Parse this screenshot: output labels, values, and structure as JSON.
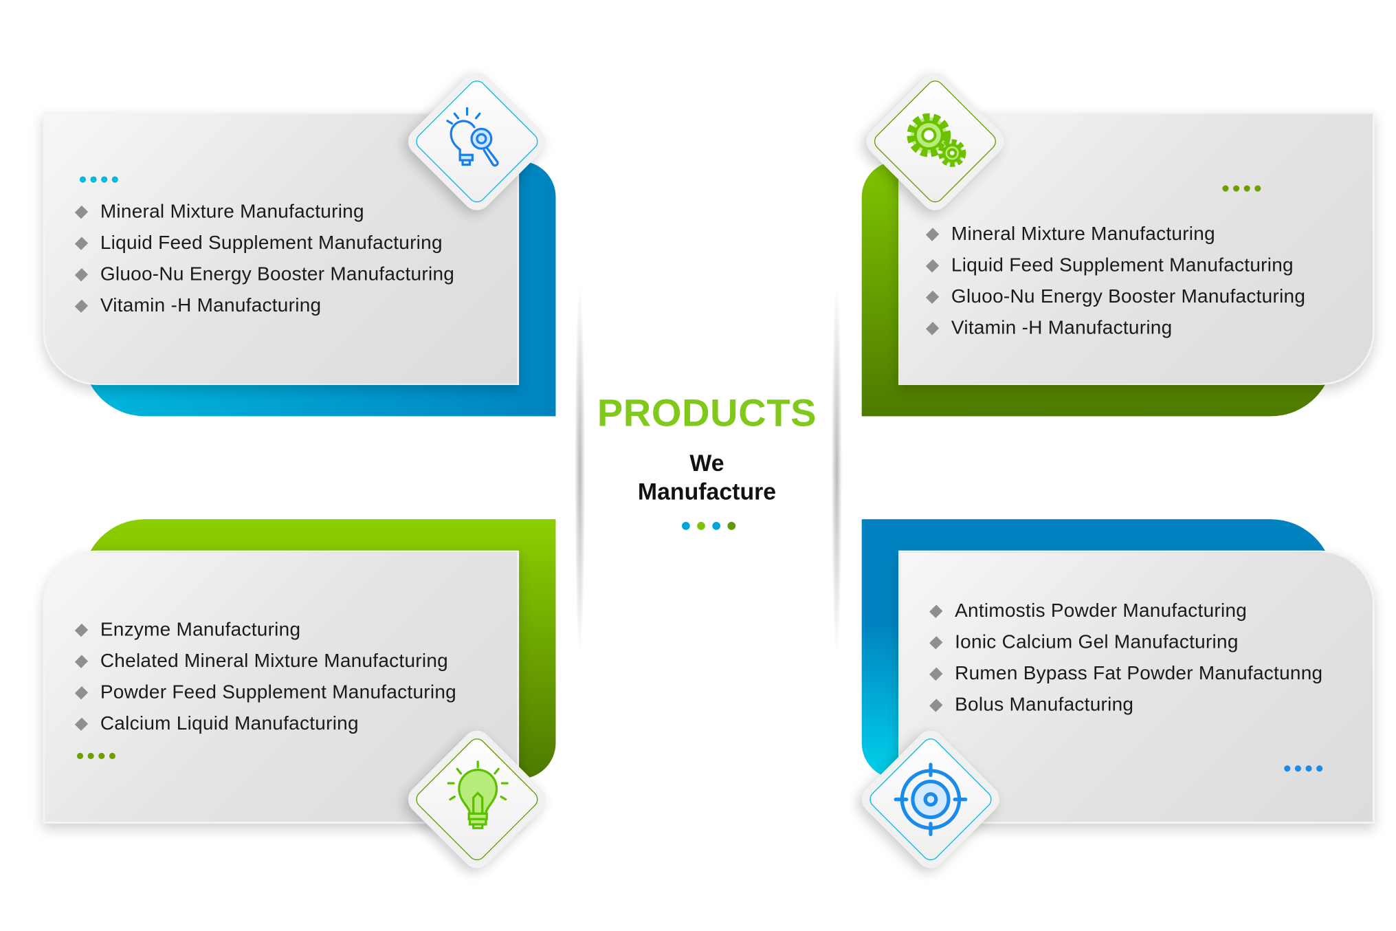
{
  "center": {
    "title": "PRODUCTS",
    "subtitle_line1": "We",
    "subtitle_line2": "Manufacture"
  },
  "colors": {
    "blue": "#0190d2",
    "cyan": "#00c3e3",
    "green": "#7cc400",
    "dark_green": "#4f7a00",
    "title_green": "#80c81a"
  },
  "panels": [
    {
      "id": "top-left",
      "icon": "lightbulb-search-icon",
      "items": [
        "Mineral Mixture Manufacturing",
        "Liquid Feed Supplement Manufacturing",
        "Gluoo-Nu Energy Booster Manufacturing",
        "Vitamin -H Manufacturing"
      ]
    },
    {
      "id": "top-right",
      "icon": "gears-icon",
      "items": [
        "Mineral Mixture Manufacturing",
        "Liquid Feed Supplement Manufacturing",
        "Gluoo-Nu Energy Booster Manufacturing",
        "Vitamin -H Manufacturing"
      ]
    },
    {
      "id": "bottom-left",
      "icon": "lightbulb-icon",
      "items": [
        "Enzyme Manufacturing",
        "Chelated Mineral Mixture Manufacturing",
        "Powder Feed Supplement Manufacturing",
        "Calcium Liquid Manufacturing"
      ]
    },
    {
      "id": "bottom-right",
      "icon": "target-icon",
      "items": [
        "Antimostis Powder Manufacturing",
        "Ionic Calcium Gel Manufacturing",
        "Rumen Bypass Fat Powder Manufactunng",
        "Bolus Manufacturing"
      ]
    }
  ]
}
